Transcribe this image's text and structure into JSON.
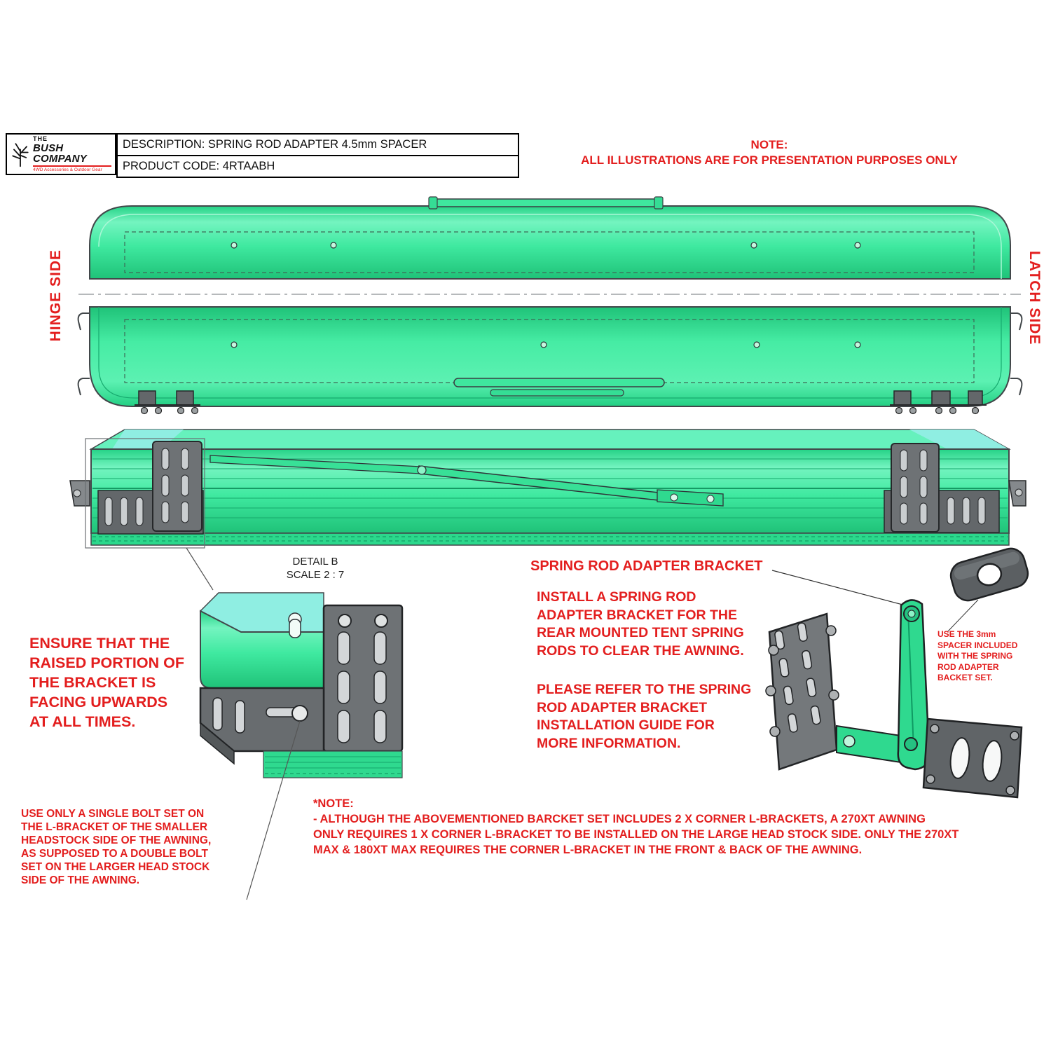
{
  "colors": {
    "red": "#e31e1e",
    "green": "#3fe79e",
    "green_dark": "#16a96c",
    "cyan": "#8feee2",
    "gray": "#6e7275",
    "outline": "#2f3438"
  },
  "title_block": {
    "logo": {
      "the": "THE",
      "name": "BUSH COMPANY",
      "tagline": "4WD Accessories & Outdoor Gear"
    },
    "description": "DESCRIPTION: SPRING ROD ADAPTER 4.5mm SPACER",
    "product_code": "PRODUCT CODE: 4RTAABH"
  },
  "top_note": {
    "line1": "NOTE:",
    "line2": "ALL ILLUSTRATIONS ARE FOR PRESENTATION PURPOSES ONLY"
  },
  "side_labels": {
    "left": "HINGE SIDE",
    "right": "LATCH SIDE"
  },
  "detail_view": {
    "line1": "DETAIL B",
    "line2": "SCALE 2 : 7"
  },
  "annotations": {
    "ensure": "ENSURE THAT THE\nRAISED PORTION OF\nTHE BRACKET IS\nFACING UPWARDS\nAT ALL TIMES.",
    "bracket_heading": "SPRING ROD ADAPTER BRACKET",
    "install": "INSTALL A SPRING ROD\nADAPTER BRACKET FOR THE\nREAR MOUNTED TENT SPRING\nRODS TO CLEAR THE AWNING.",
    "refer": "PLEASE REFER TO THE SPRING\nROD ADAPTER  BRACKET\nINSTALLATION GUIDE FOR\nMORE INFORMATION.",
    "spacer": "USE THE 3mm\nSPACER INCLUDED\nWITH THE SPRING\nROD ADAPTER\nBACKET SET.",
    "single_bolt": "USE ONLY A SINGLE BOLT SET ON\nTHE L-BRACKET OF THE SMALLER\nHEADSTOCK SIDE OF THE AWNING,\nAS SUPPOSED TO A DOUBLE BOLT\nSET ON THE LARGER HEAD STOCK\nSIDE OF THE AWNING.",
    "note_title": "*NOTE:",
    "note_body": "- ALTHOUGH THE ABOVEMENTIONED BARCKET SET INCLUDES 2 X CORNER L-BRACKETS, A 270XT AWNING\nONLY REQUIRES 1 X CORNER L-BRACKET TO BE INSTALLED ON THE LARGE HEAD STOCK SIDE. ONLY THE 270XT\nMAX & 180XT MAX REQUIRES THE CORNER L-BRACKET IN THE FRONT & BACK OF THE AWNING."
  }
}
